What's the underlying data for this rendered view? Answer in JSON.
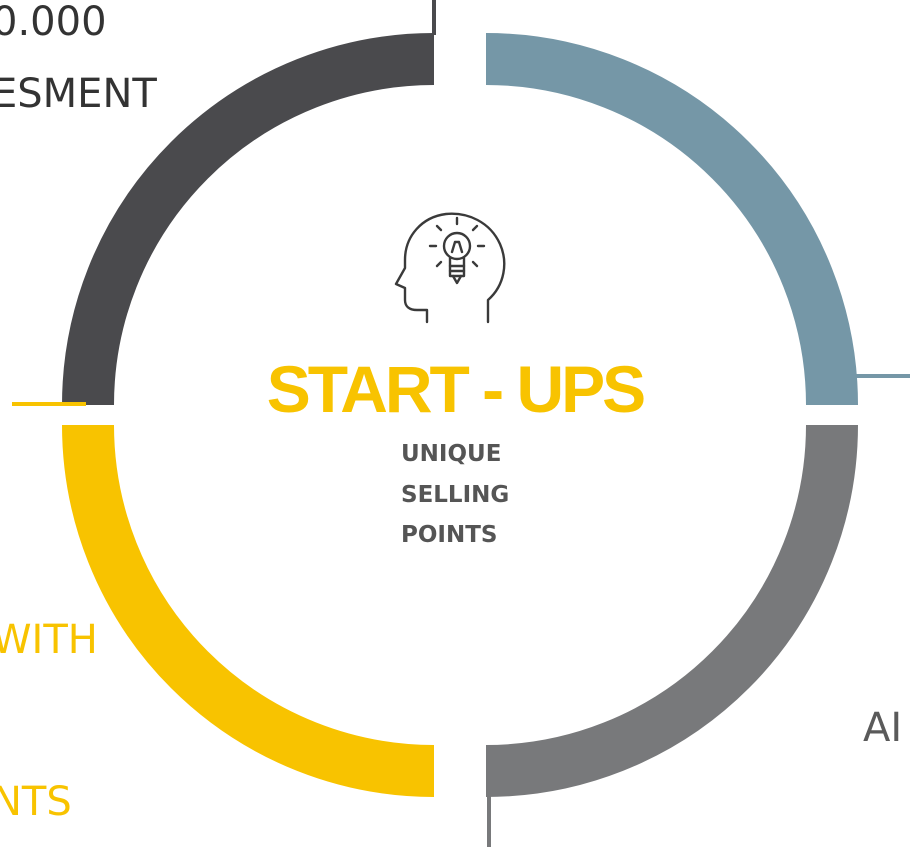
{
  "colors": {
    "dark_gray": "#4a4a4d",
    "steel_blue": "#7597a7",
    "medium_gray": "#78797b",
    "yellow": "#f8c300",
    "text_dark": "#333333"
  },
  "corners": {
    "top_left_line1": "0.000",
    "top_left_line2": "ESMENT",
    "bottom_left_line1": "WITH",
    "bottom_left_line2": "NTS",
    "bottom_right_line1": "AI"
  },
  "center": {
    "icon": "head-lightbulb-icon",
    "title": "START - UPS",
    "subtitle_lines": [
      "UNIQUE",
      "SELLING",
      "POINTS"
    ]
  }
}
